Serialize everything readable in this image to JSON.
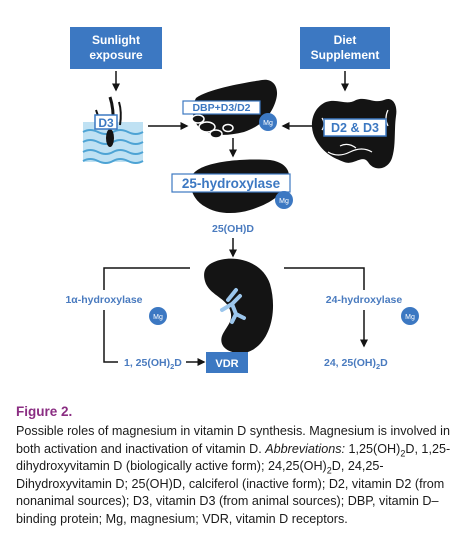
{
  "figure": {
    "sunlight_box": [
      "Sunlight",
      "exposure"
    ],
    "diet_box": [
      "Diet",
      "Supplement"
    ],
    "skin_label": "D3",
    "liver_label": "DBP+D3/D2",
    "intestine_label": "D2 & D3",
    "enzyme_25": "25-hydroxylase",
    "metabolite_25": "25(OH)D",
    "enzyme_1a": "1α-hydroxylase",
    "enzyme_24": "24-hydroxylase",
    "active_form": "1, 25(OH)",
    "inactive_form": "24, 25(OH)",
    "sub_2": "2",
    "d_suffix": "D",
    "vdr_box": "VDR",
    "mg_label": "Mg"
  },
  "colors": {
    "box_blue": "#3c78c2",
    "text_blue": "#4a7bbf",
    "organ_black": "#141414",
    "caption_title": "#8a2d82"
  },
  "caption": {
    "title": "Figure 2.",
    "p1": "Possible roles of magnesium in vitamin D synthesis. Magnesium is involved in both activation and inactivation of vitamin D.",
    "abbr_label": "Abbreviations:",
    "a1": "1,25(OH)",
    "a2": "D, 1,25-dihydroxyvitamin D (biologically active form); 24,25(OH)",
    "a3": "D, 24,25-Dihydroxyvitamin D; 25(OH)D, calciferol (inactive form); D2, vitamin D2 (from nonanimal sources); D3, vitamin D3 (from animal sources); DBP, vitamin D–binding protein; Mg, magnesium; VDR, vitamin D receptors.",
    "sub": "2"
  }
}
